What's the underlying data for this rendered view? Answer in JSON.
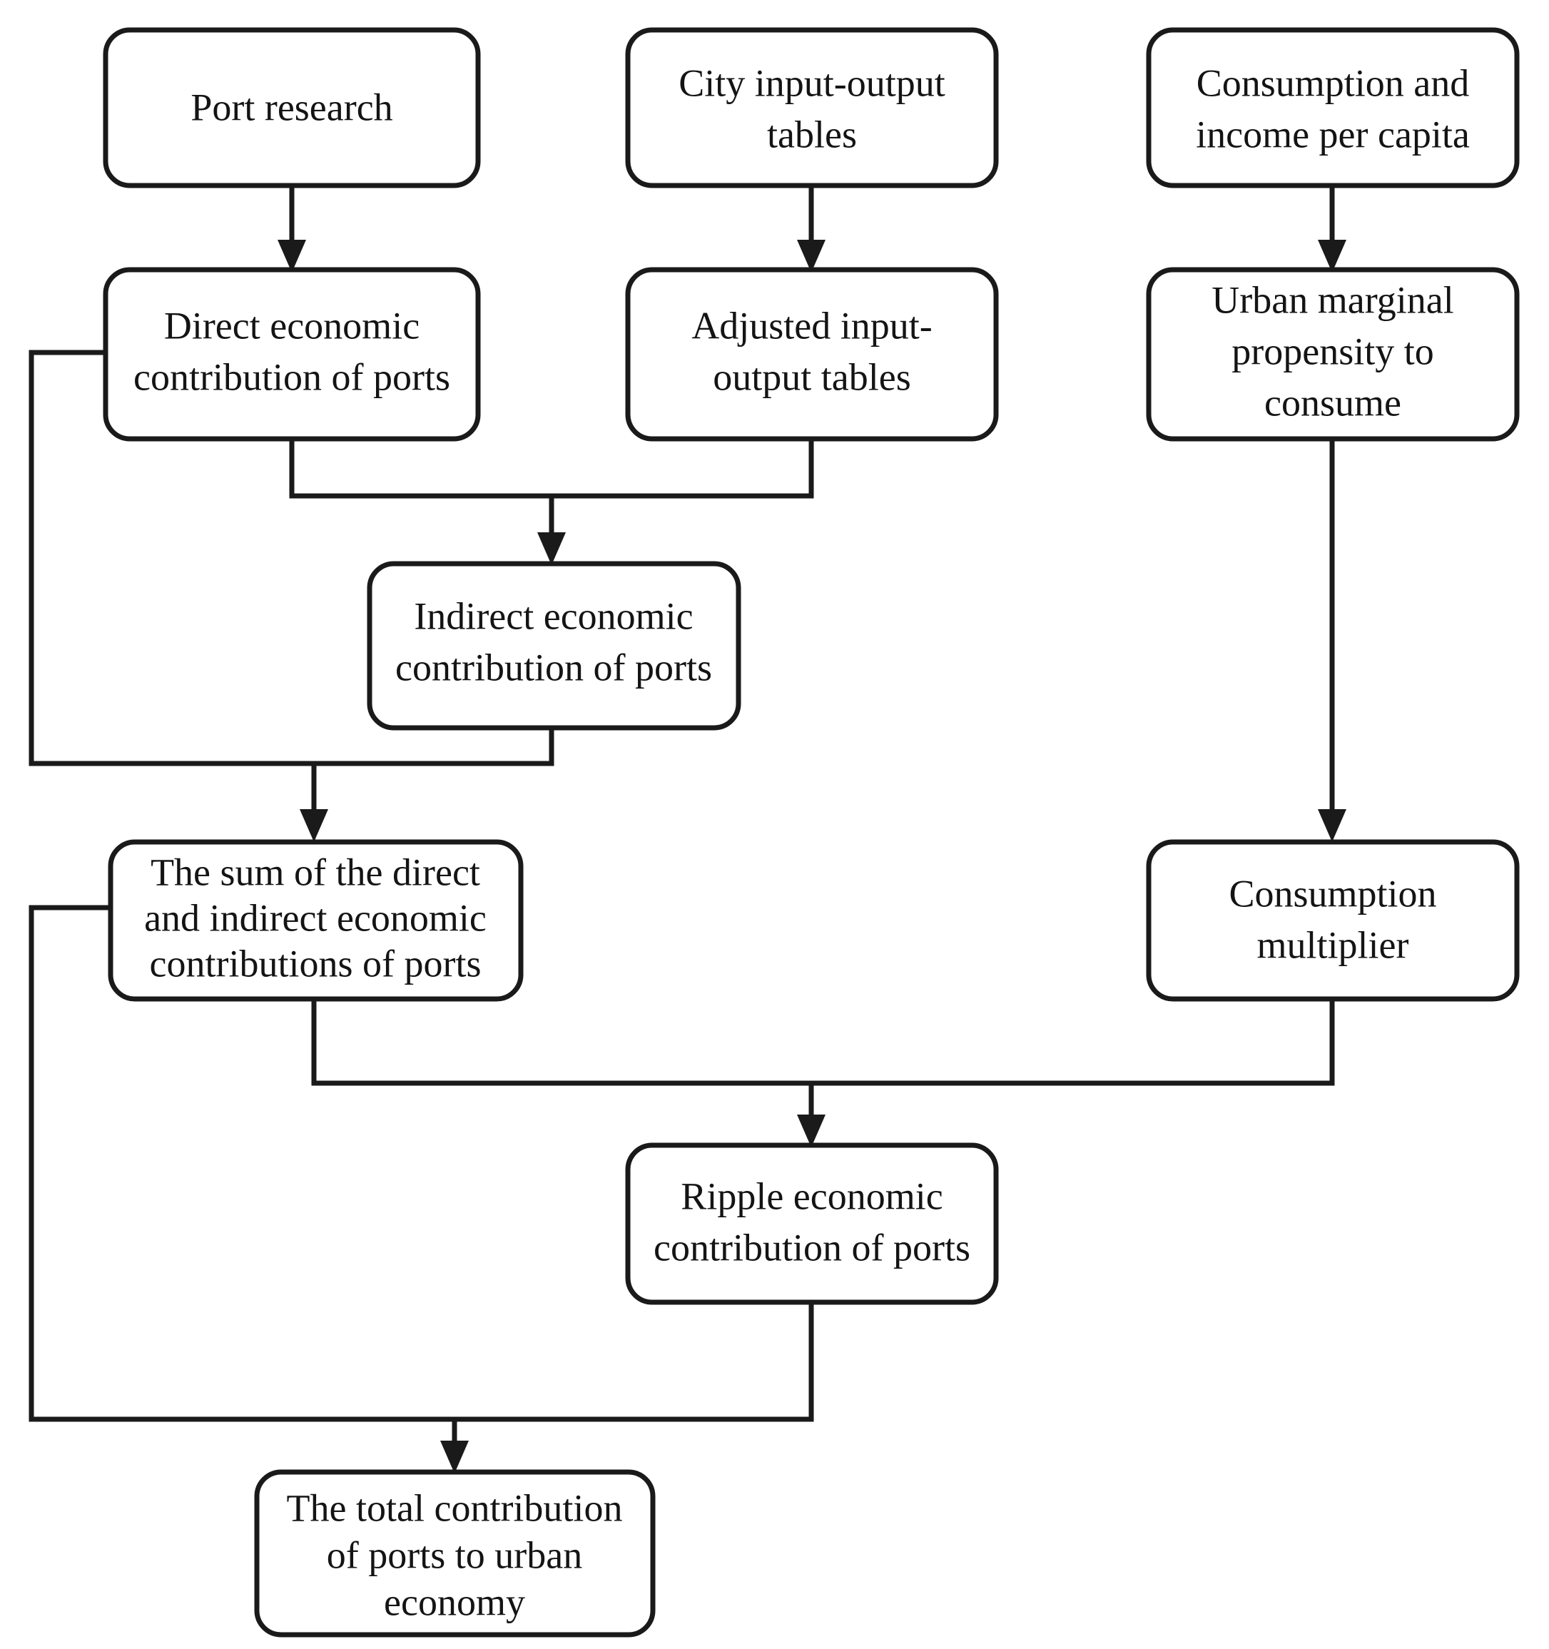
{
  "diagram": {
    "title": "Port economic contribution flowchart",
    "style": {
      "background": "#ffffff",
      "node_fill": "#ffffff",
      "node_stroke": "#1a1a1a",
      "text_color": "#141414"
    },
    "nodes": [
      {
        "id": "port-research",
        "label": "Port research",
        "lines": [
          "Port research"
        ]
      },
      {
        "id": "city-io-tables",
        "label": "City input-output tables",
        "lines": [
          "City input-output",
          "tables"
        ]
      },
      {
        "id": "consumption-income",
        "label": "Consumption and income per capita",
        "lines": [
          "Consumption and",
          "income per capita"
        ]
      },
      {
        "id": "direct-contribution",
        "label": "Direct economic contribution of ports",
        "lines": [
          "Direct economic",
          "contribution of ports"
        ]
      },
      {
        "id": "adjusted-io-tables",
        "label": "Adjusted input-output tables",
        "lines": [
          "Adjusted input-",
          "output tables"
        ]
      },
      {
        "id": "marginal-propensity",
        "label": "Urban marginal propensity to consume",
        "lines": [
          "Urban marginal",
          "propensity to",
          "consume"
        ]
      },
      {
        "id": "indirect-contribution",
        "label": "Indirect economic contribution of ports",
        "lines": [
          "Indirect economic",
          "contribution of ports"
        ]
      },
      {
        "id": "sum-contributions",
        "label": "The sum of the direct and indirect economic contributions of ports",
        "lines": [
          "The sum of the direct",
          "and indirect economic",
          "contributions of ports"
        ]
      },
      {
        "id": "consumption-multiplier",
        "label": "Consumption multiplier",
        "lines": [
          "Consumption",
          "multiplier"
        ]
      },
      {
        "id": "ripple-contribution",
        "label": "Ripple economic contribution of ports",
        "lines": [
          "Ripple economic",
          "contribution of ports"
        ]
      },
      {
        "id": "total-contribution",
        "label": "The total contribution of  ports to urban economy",
        "lines": [
          "The total contribution",
          "of  ports to urban",
          "economy"
        ]
      }
    ],
    "edges": [
      {
        "from": "port-research",
        "to": "direct-contribution",
        "type": "straight-down"
      },
      {
        "from": "city-io-tables",
        "to": "adjusted-io-tables",
        "type": "straight-down"
      },
      {
        "from": "consumption-income",
        "to": "marginal-propensity",
        "type": "straight-down"
      },
      {
        "from": "direct-contribution",
        "to": "indirect-contribution",
        "type": "merge-down"
      },
      {
        "from": "adjusted-io-tables",
        "to": "indirect-contribution",
        "type": "merge-down"
      },
      {
        "from": "direct-contribution",
        "to": "sum-contributions",
        "type": "left-bypass"
      },
      {
        "from": "indirect-contribution",
        "to": "sum-contributions",
        "type": "merge-down"
      },
      {
        "from": "marginal-propensity",
        "to": "consumption-multiplier",
        "type": "straight-down"
      },
      {
        "from": "sum-contributions",
        "to": "ripple-contribution",
        "type": "merge-down"
      },
      {
        "from": "consumption-multiplier",
        "to": "ripple-contribution",
        "type": "merge-down"
      },
      {
        "from": "sum-contributions",
        "to": "total-contribution",
        "type": "left-bypass"
      },
      {
        "from": "ripple-contribution",
        "to": "total-contribution",
        "type": "merge-down"
      }
    ]
  }
}
